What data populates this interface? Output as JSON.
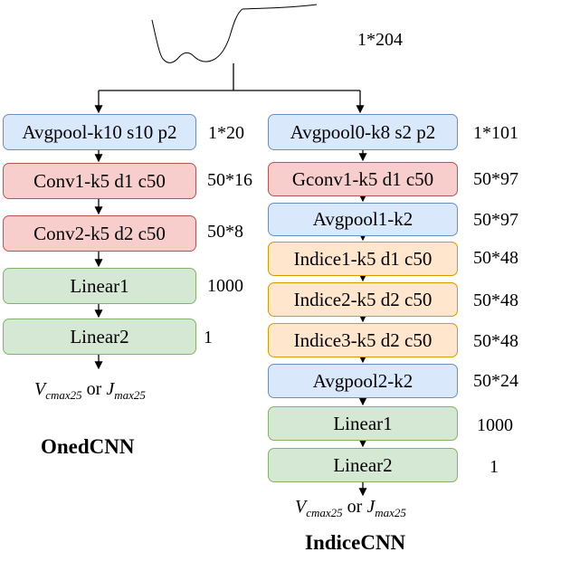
{
  "input_size": "1*204",
  "left": {
    "title": "OnedCNN",
    "layers": [
      {
        "label": "Avgpool-k10 s10 p2",
        "dim": "1*20",
        "color": "blue"
      },
      {
        "label": "Conv1-k5 d1 c50",
        "dim": "50*16",
        "color": "red"
      },
      {
        "label": "Conv2-k5 d2 c50",
        "dim": "50*8",
        "color": "red"
      },
      {
        "label": "Linear1",
        "dim": "1000",
        "color": "green"
      },
      {
        "label": "Linear2",
        "dim": "1",
        "color": "green"
      }
    ],
    "output": {
      "v": "V",
      "v_sub": "cmax25",
      "or": " or ",
      "j": "J",
      "j_sub": "max25"
    }
  },
  "right": {
    "title": "IndiceCNN",
    "layers": [
      {
        "label": "Avgpool0-k8 s2 p2",
        "dim": "1*101",
        "color": "blue"
      },
      {
        "label": "Gconv1-k5 d1 c50",
        "dim": "50*97",
        "color": "red"
      },
      {
        "label": "Avgpool1-k2",
        "dim": "50*97",
        "color": "blue"
      },
      {
        "label": "Indice1-k5 d1 c50",
        "dim": "50*48",
        "color": "orange"
      },
      {
        "label": "Indice2-k5 d2 c50",
        "dim": "50*48",
        "color": "orange"
      },
      {
        "label": "Indice3-k5 d2 c50",
        "dim": "50*48",
        "color": "orange"
      },
      {
        "label": "Avgpool2-k2",
        "dim": "50*24",
        "color": "blue"
      },
      {
        "label": "Linear1",
        "dim": "1000",
        "color": "green"
      },
      {
        "label": "Linear2",
        "dim": "1",
        "color": "green"
      }
    ],
    "output": {
      "v": "V",
      "v_sub": "cmax25",
      "or": " or ",
      "j": "J",
      "j_sub": "max25"
    }
  },
  "colors": {
    "blue": "#dae8fc",
    "red": "#f8cecc",
    "green": "#d5e8d4",
    "orange": "#ffe6cc"
  }
}
